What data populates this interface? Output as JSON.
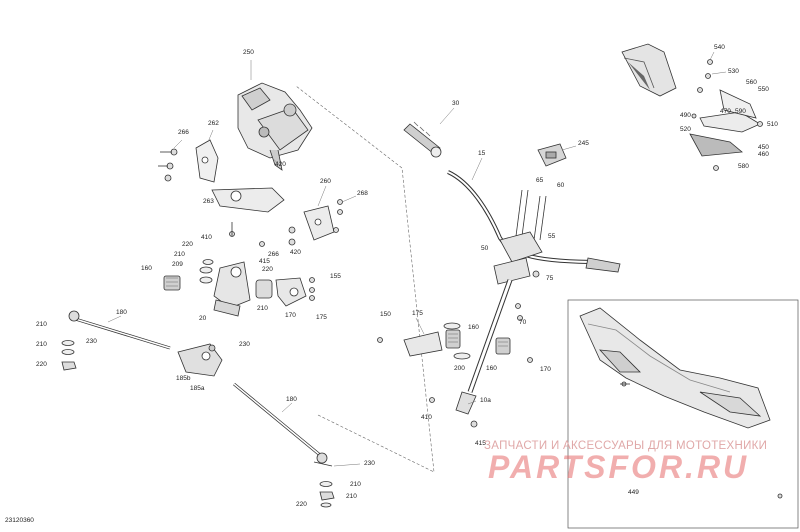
{
  "diagram_id": "23120360",
  "watermark": {
    "tagline": "ЗАПЧАСТИ И АКСЕССУАРЫ ДЛЯ МОТОТЕХНИКИ",
    "logo": "PARTSFOR.RU"
  },
  "callouts": {
    "c250": "250",
    "c266": "266",
    "c262": "262",
    "c420a": "420",
    "c263": "263",
    "c260": "260",
    "c268": "268",
    "c410a": "410",
    "c220a": "220",
    "c210a": "210",
    "c209": "209",
    "c160a": "160",
    "c415a": "415",
    "c220b": "220",
    "c266b": "266",
    "c420b": "420",
    "c155": "155",
    "c210b": "210",
    "c20": "20",
    "c170a": "170",
    "c175a": "175",
    "c180a": "180",
    "c210c": "210",
    "c230a": "230",
    "c210d": "210",
    "c220c": "220",
    "c230b": "230",
    "c185b": "185b",
    "c185a": "185a",
    "c180b": "180",
    "c230c": "230",
    "c210e": "210",
    "c220d": "220",
    "c210f": "210",
    "c30": "30",
    "c15": "15",
    "c245": "245",
    "c65": "65",
    "c60": "60",
    "c55": "55",
    "c50": "50",
    "c75": "75",
    "c150": "150",
    "c175b": "175",
    "c70": "70",
    "c170b": "170",
    "c200": "200",
    "c160b": "160",
    "c160c": "160",
    "c410b": "410",
    "c10a": "10a",
    "c415b": "415",
    "c540": "540",
    "c530": "530",
    "c560": "560",
    "c550": "550",
    "c470": "470",
    "c590": "590",
    "c490": "490",
    "c520": "520",
    "c510": "510",
    "c450": "450",
    "c460": "460",
    "c580": "580",
    "c449": "449"
  }
}
